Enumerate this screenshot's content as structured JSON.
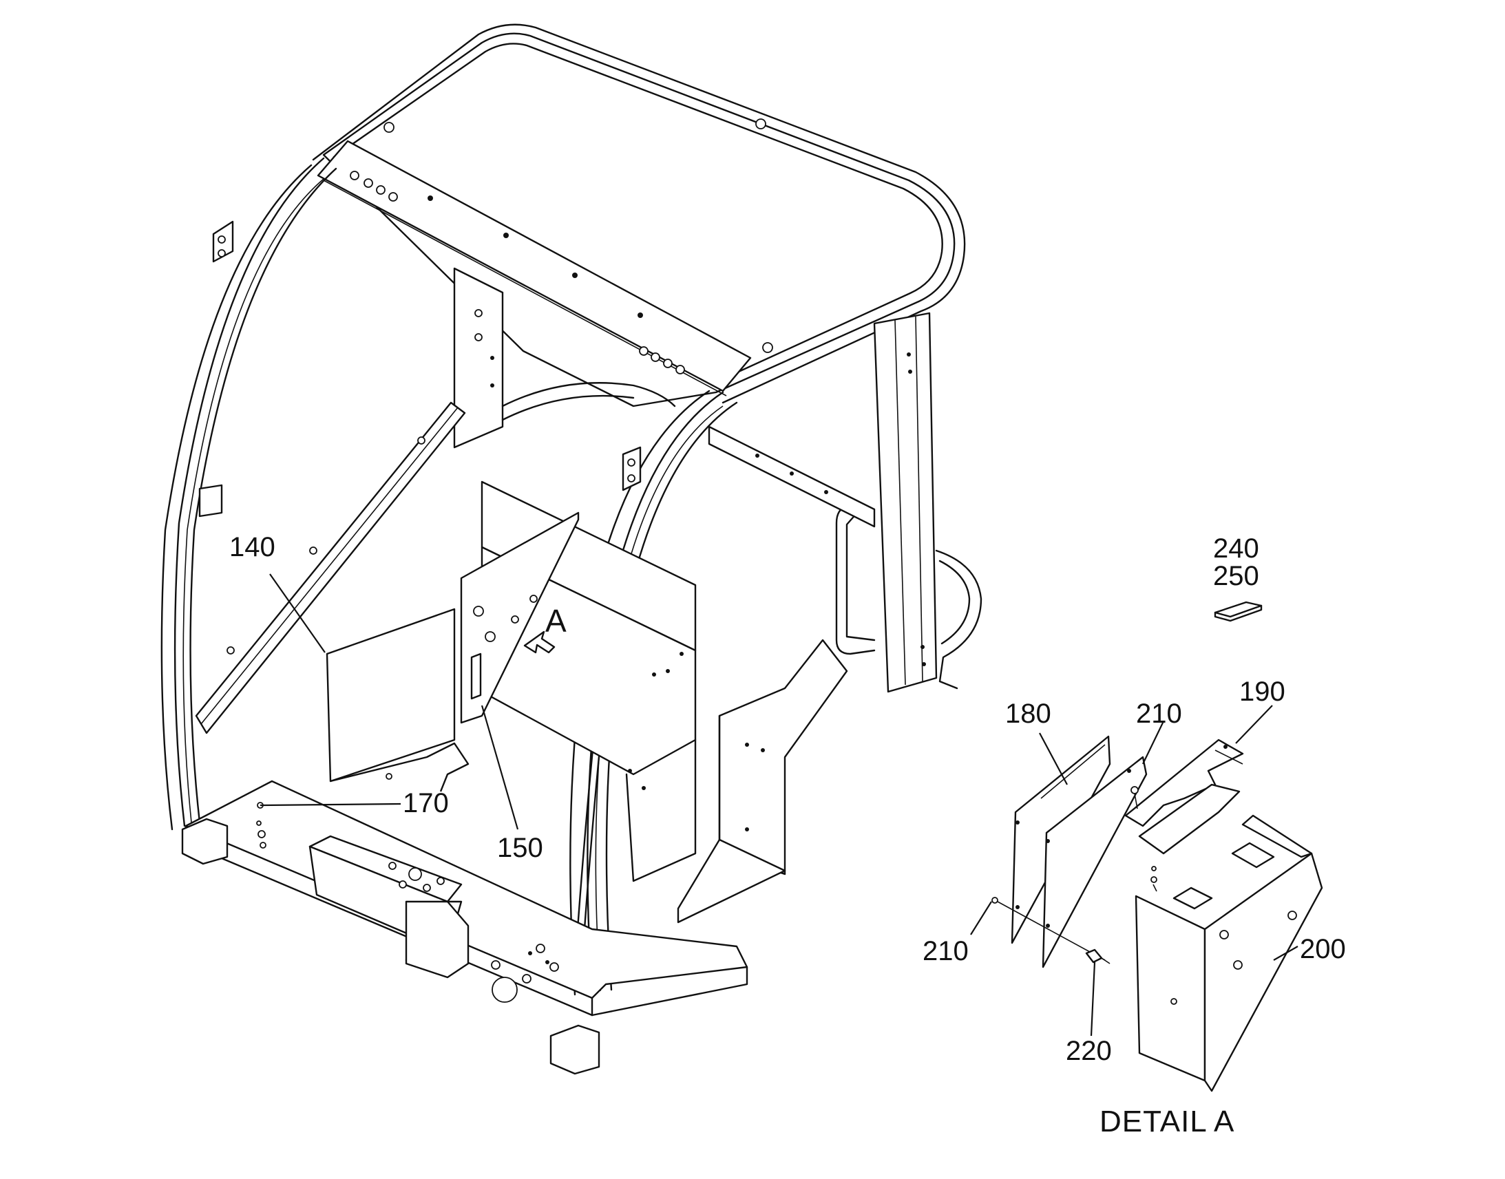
{
  "labels": {
    "p140": "140",
    "p150": "150",
    "p170": "170",
    "arrow_a": "A",
    "p240": "240",
    "p250": "250",
    "p180": "180",
    "p190": "190",
    "p210_top": "210",
    "p210_left": "210",
    "p200": "200",
    "p220": "220",
    "detail_title": "DETAIL A"
  },
  "colors": {
    "line": "#111111",
    "background": "#ffffff"
  }
}
